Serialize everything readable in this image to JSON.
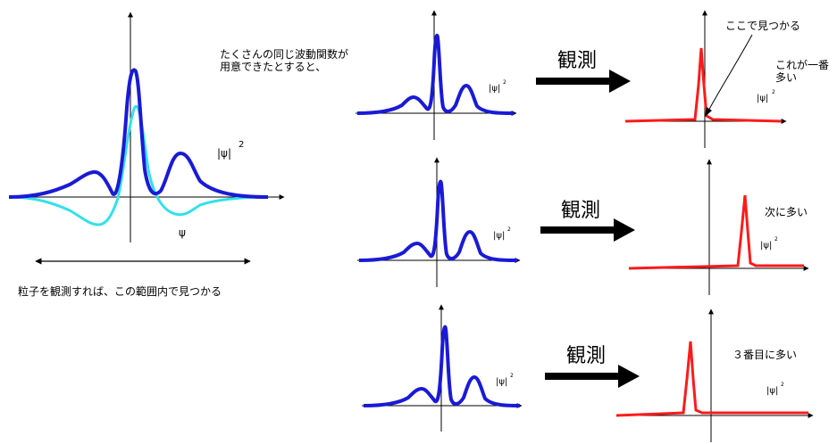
{
  "left_panel": {
    "psi_sq_label": "|ψ|",
    "psi_sq_exp": "2",
    "psi_label": "ψ",
    "caption": "粒子を観測すれば、この範囲内で見つかる"
  },
  "intro_text": {
    "line1": "たくさんの同じ波動関数が",
    "line2": "用意できたとすると、"
  },
  "rows": [
    {
      "small_label": "|ψ|",
      "small_exp": "2",
      "observe_label": "観測",
      "result_note_line1": "ここで見つかる",
      "result_note_line2": "これが一番",
      "result_note_line3": "多い",
      "result_label": "|ψ|",
      "result_exp": "2"
    },
    {
      "small_label": "|ψ|",
      "small_exp": "2",
      "observe_label": "観測",
      "result_note_line1": "次に多い",
      "result_label": "|ψ|",
      "result_exp": "2"
    },
    {
      "small_label": "|ψ|",
      "small_exp": "2",
      "observe_label": "観測",
      "result_note_line1": "３番目に多い",
      "result_label": "|ψ|",
      "result_exp": "2"
    }
  ],
  "colors": {
    "dark_blue": "#1a1ad6",
    "cyan": "#33e0ea",
    "red": "#ff1a1a",
    "black": "#000000"
  }
}
